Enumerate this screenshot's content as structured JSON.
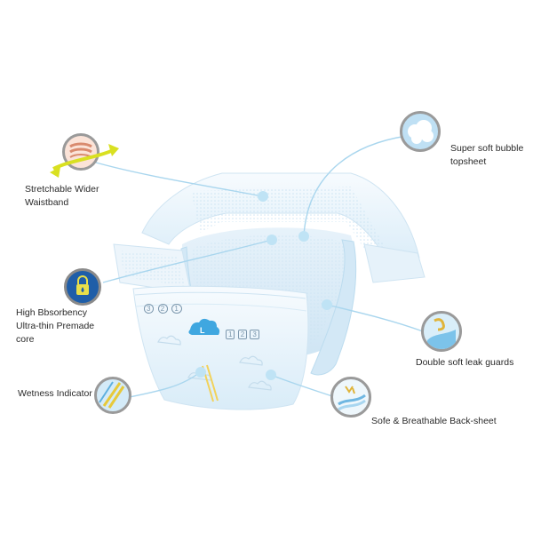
{
  "features": [
    {
      "id": "waistband",
      "icon": "stretch-waistband-icon",
      "lines": [
        "Stretchable Wider",
        "Waistband"
      ]
    },
    {
      "id": "absorbency",
      "icon": "padlock-droplet-icon",
      "lines": [
        "High Bbsorbency",
        "Ultra-thin Premade",
        "core"
      ]
    },
    {
      "id": "wetness",
      "icon": "yellow-stripes-icon",
      "lines": [
        "Wetness Indicator"
      ]
    },
    {
      "id": "topsheet",
      "icon": "cloud-bubble-icon",
      "lines": [
        "Super soft bubble",
        "topsheet"
      ]
    },
    {
      "id": "leakguards",
      "icon": "wave-leak-guard-icon",
      "lines": [
        "Double soft leak guards"
      ]
    },
    {
      "id": "backsheet",
      "icon": "breathable-backsheet-icon",
      "lines": [
        "Sofe & Breathable Back-sheet"
      ]
    }
  ],
  "diaper": {
    "size_badge": "L",
    "print_left": [
      "3",
      "2",
      "1"
    ],
    "print_right": [
      "1",
      "2",
      "3"
    ]
  },
  "colors": {
    "connector": "#a9d6ee",
    "dot": "#bfe3f5",
    "diaper_light": "#eef6fc",
    "diaper_mid": "#d6eaf7",
    "indicator": "#f2d25a",
    "badge": "#3fa7e0"
  }
}
